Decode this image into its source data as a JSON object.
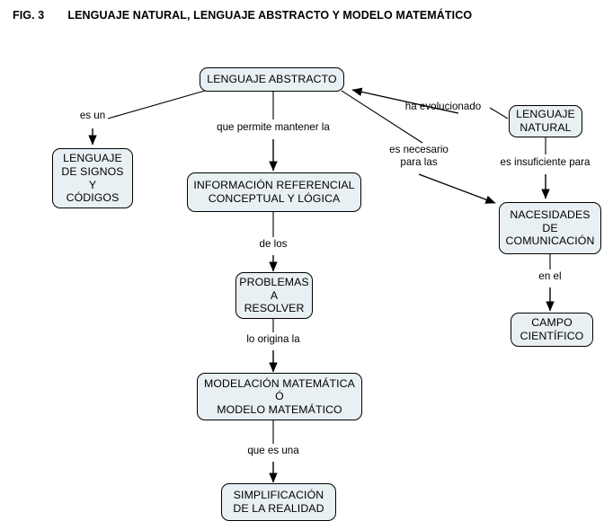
{
  "figure": {
    "label": "FIG. 3",
    "title": "LENGUAJE NATURAL, LENGUAJE ABSTRACTO Y MODELO MATEMÁTICO"
  },
  "style": {
    "node_fill": "#e9f0f3",
    "node_stroke": "#000000",
    "line_color": "#000000",
    "text_color": "#000000",
    "background": "#ffffff"
  },
  "chart_data": {
    "type": "diagram",
    "title": "LENGUAJE NATURAL, LENGUAJE ABSTRACTO Y MODELO MATEMÁTICO",
    "nodes": [
      {
        "id": "lenguaje_abstracto",
        "label": "LENGUAJE ABSTRACTO"
      },
      {
        "id": "lenguaje_signos",
        "label": "LENGUAJE\nDE SIGNOS\nY\nCÓDIGOS"
      },
      {
        "id": "informacion",
        "label": "INFORMACIÓN REFERENCIAL\nCONCEPTUAL Y LÓGICA"
      },
      {
        "id": "problemas",
        "label": "PROBLEMAS\nA\nRESOLVER"
      },
      {
        "id": "modelacion",
        "label": "MODELACIÓN MATEMÁTICA\nÓ\nMODELO MATEMÁTICO"
      },
      {
        "id": "simplificacion",
        "label": "SIMPLIFICACIÓN\nDE LA REALIDAD"
      },
      {
        "id": "lenguaje_natural",
        "label": "LENGUAJE\nNATURAL"
      },
      {
        "id": "nacesidades",
        "label": "NACESIDADES\nDE\nCOMUNICACIÓN"
      },
      {
        "id": "campo_cientifico",
        "label": "CAMPO\nCIENTÍFICO"
      }
    ],
    "edges": [
      {
        "from": "lenguaje_abstracto",
        "to": "lenguaje_signos",
        "label": "es un"
      },
      {
        "from": "lenguaje_abstracto",
        "to": "informacion",
        "label": "que permite mantener la"
      },
      {
        "from": "informacion",
        "to": "problemas",
        "label": "de los"
      },
      {
        "from": "problemas",
        "to": "modelacion",
        "label": "lo origina la"
      },
      {
        "from": "modelacion",
        "to": "simplificacion",
        "label": "que es una"
      },
      {
        "from": "lenguaje_natural",
        "to": "lenguaje_abstracto",
        "label": "ha evolucionado"
      },
      {
        "from": "lenguaje_abstracto",
        "to": "nacesidades",
        "label": "es necesario\npara las"
      },
      {
        "from": "lenguaje_natural",
        "to": "nacesidades",
        "label": "es insuficiente para"
      },
      {
        "from": "nacesidades",
        "to": "campo_cientifico",
        "label": "en el"
      }
    ]
  }
}
